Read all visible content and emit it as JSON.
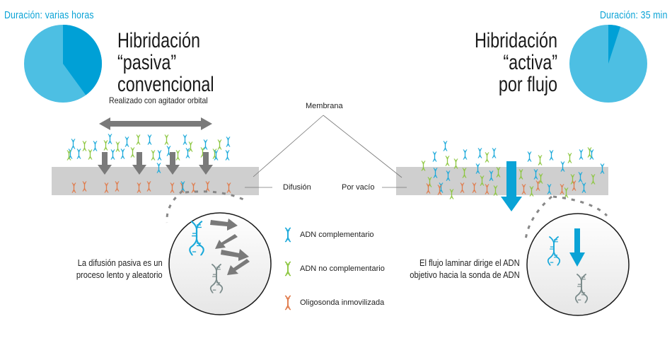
{
  "colors": {
    "pie_dark": "#00a0d6",
    "pie_light": "#4dbfe3",
    "complementary_dna": "#1aa9da",
    "non_complementary_dna": "#8cc63f",
    "immobilized_probe": "#e07a4a",
    "membrane": "#cfcfcf",
    "gray_arrow": "#7a7a7a",
    "blue_arrow": "#0aa3d6"
  },
  "left_panel": {
    "duration_label": "Duración: varias horas",
    "title_lines": [
      "Hibridación",
      "“pasiva”",
      "convencional"
    ],
    "subtitle": "Realizado con agitador orbital",
    "pie": {
      "dark_fraction": 0.4,
      "light_fraction": 0.6
    },
    "membrane_side_label": "Difusión",
    "caption_lines": [
      "La difusión pasiva es un",
      "proceso lento y aleatorio"
    ]
  },
  "right_panel": {
    "duration_label": "Duración: 35 min",
    "title_lines": [
      "Hibridación",
      "“activa”",
      "por flujo"
    ],
    "pie": {
      "dark_fraction": 0.05,
      "light_fraction": 0.95
    },
    "membrane_side_label": "Por vacío",
    "caption_lines": [
      "El flujo laminar dirige el ADN",
      "objetivo hacia la sonda de ADN"
    ]
  },
  "center": {
    "membrane_label": "Membrana"
  },
  "legend": {
    "items": [
      {
        "label": "ADN complementario",
        "icon": "dna-complementary-icon"
      },
      {
        "label": "ADN no complementario",
        "icon": "dna-non-complementary-icon"
      },
      {
        "label": "Oligosonda inmovilizada",
        "icon": "dna-immobilized-probe-icon"
      }
    ]
  }
}
